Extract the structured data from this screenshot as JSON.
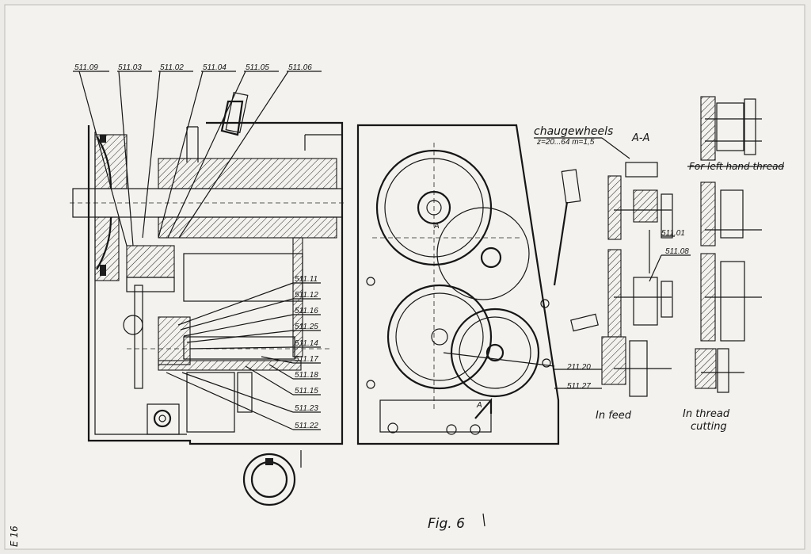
{
  "part_labels_top": [
    "511.09",
    "511.03",
    "511.02",
    "511.04",
    "511.05",
    "511.06"
  ],
  "part_labels_right": [
    "511.11",
    "511.12",
    "511.16",
    "511.25",
    "511.14",
    "511.17",
    "511.18",
    "511.15",
    "511.23",
    "511.22"
  ],
  "gear_labels": {
    "changewheels_title": "chaugewheels",
    "changewheels_spec": "z=20...64 m=1,5",
    "section_aa": "A-A",
    "label_511_01": "511.01",
    "label_511_08": "511.08",
    "label_211_20": "211.20",
    "label_511_27": "511.27",
    "marker_a1": "A",
    "marker_a2": "A"
  },
  "detail": {
    "left_hand_thread": "For left hand thread",
    "in_feed": "In feed",
    "in_thread_cutting_1": "In thread",
    "in_thread_cutting_2": "cutting"
  },
  "caption": "Fig. 6",
  "page_marker": "E 16"
}
